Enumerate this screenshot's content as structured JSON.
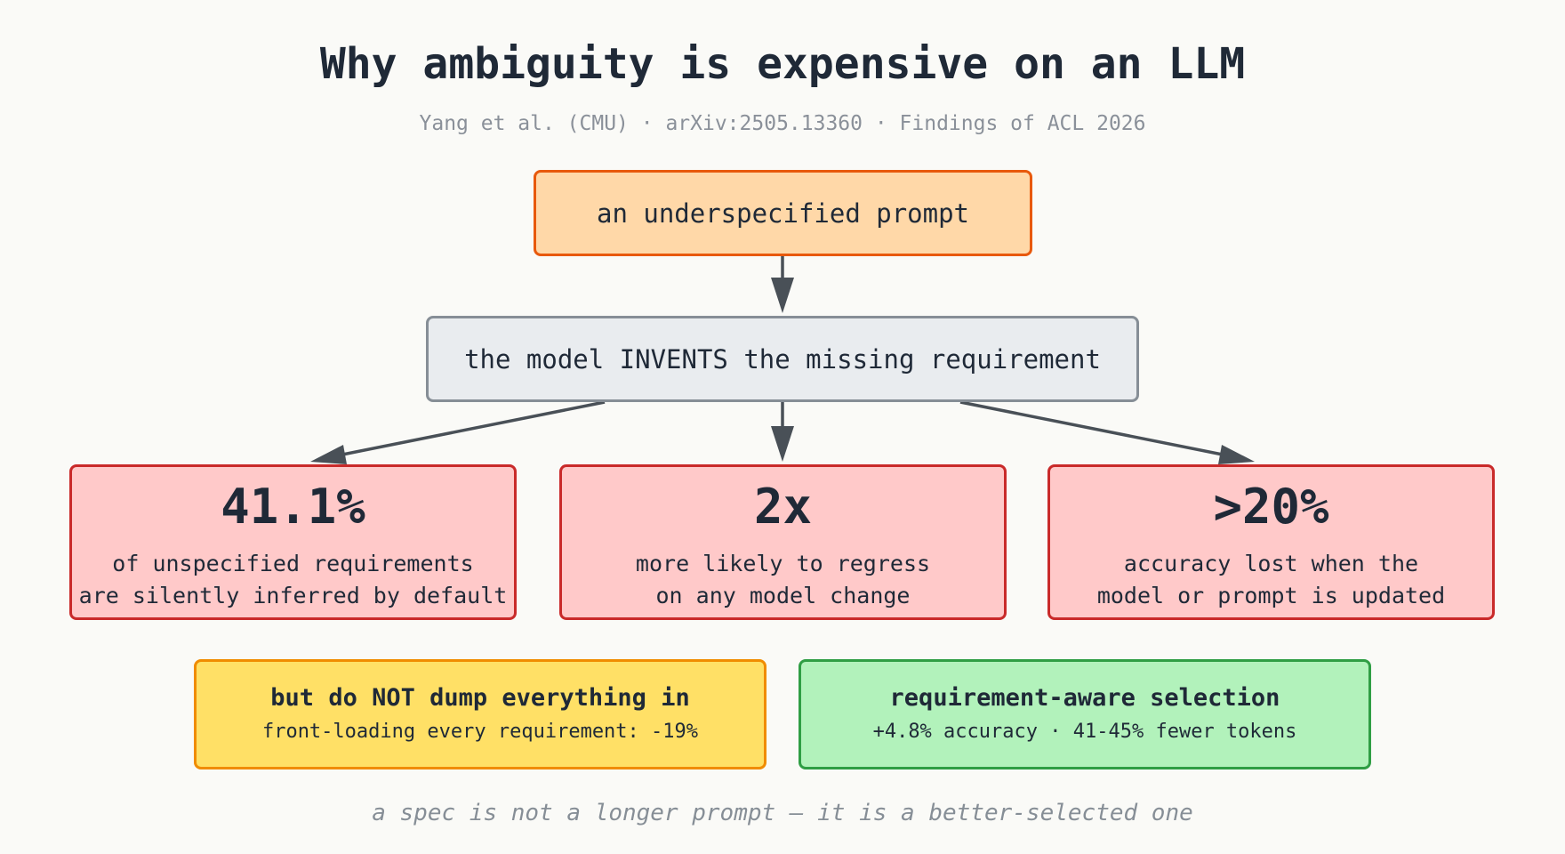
{
  "title": "Why ambiguity is expensive on an LLM",
  "subtitle": "Yang et al. (CMU) · arXiv:2505.13360 · Findings of ACL 2026",
  "flow": {
    "prompt": "an underspecified prompt",
    "model": "the model INVENTS the missing requirement"
  },
  "stats": [
    {
      "value": "41.1%",
      "line1": "of unspecified requirements",
      "line2": "are silently inferred by default"
    },
    {
      "value": "2x",
      "line1": "more likely to regress",
      "line2": "on any model change"
    },
    {
      "value": ">20%",
      "line1": "accuracy lost when the",
      "line2": "model or prompt is updated"
    }
  ],
  "notes": {
    "warning": {
      "title": "but do NOT dump everything in",
      "text": "front-loading every requirement: -19%"
    },
    "solution": {
      "title": "requirement-aware selection",
      "text": "+4.8% accuracy · 41-45% fewer tokens"
    }
  },
  "footer": "a spec is not a longer prompt — it is a better-selected one",
  "colors": {
    "background": "#fafaf7",
    "prompt_fill": "#ffd8a8",
    "prompt_border": "#e8590c",
    "model_fill": "#e9ecef",
    "model_border": "#868e96",
    "stat_fill": "#ffc9c9",
    "stat_border": "#c92a2a",
    "warning_fill": "#ffe066",
    "warning_border": "#f08c00",
    "solution_fill": "#b2f2bb",
    "solution_border": "#2f9e44",
    "arrow": "#495057"
  }
}
